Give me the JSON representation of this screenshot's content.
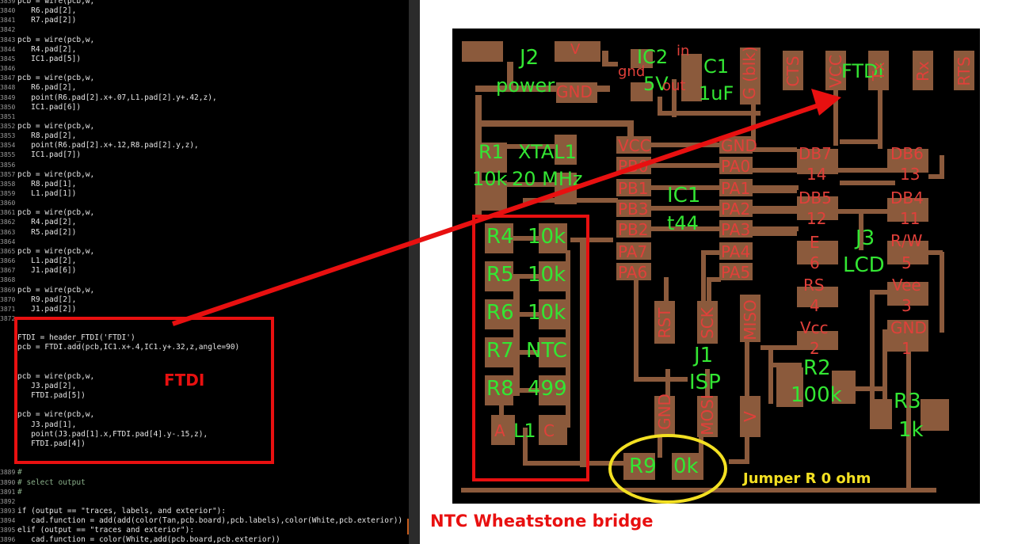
{
  "editor": {
    "lines": [
      {
        "n": "3839",
        "text": "pcb = wire(pcb,w,"
      },
      {
        "n": "3840",
        "text": "   R6.pad[2],"
      },
      {
        "n": "3841",
        "text": "   R7.pad[2])"
      },
      {
        "n": "3842",
        "text": ""
      },
      {
        "n": "3843",
        "text": "pcb = wire(pcb,w,"
      },
      {
        "n": "3844",
        "text": "   R4.pad[2],"
      },
      {
        "n": "3845",
        "text": "   IC1.pad[5])"
      },
      {
        "n": "3846",
        "text": ""
      },
      {
        "n": "3847",
        "text": "pcb = wire(pcb,w,"
      },
      {
        "n": "3848",
        "text": "   R6.pad[2],"
      },
      {
        "n": "3849",
        "text": "   point(R6.pad[2].x+.07,L1.pad[2].y+.42,z),"
      },
      {
        "n": "3850",
        "text": "   IC1.pad[6])"
      },
      {
        "n": "3851",
        "text": ""
      },
      {
        "n": "3852",
        "text": "pcb = wire(pcb,w,"
      },
      {
        "n": "3853",
        "text": "   R8.pad[2],"
      },
      {
        "n": "3854",
        "text": "   point(R6.pad[2].x+.12,R8.pad[2].y,z),"
      },
      {
        "n": "3855",
        "text": "   IC1.pad[7])"
      },
      {
        "n": "3856",
        "text": ""
      },
      {
        "n": "3857",
        "text": "pcb = wire(pcb,w,"
      },
      {
        "n": "3858",
        "text": "   R8.pad[1],"
      },
      {
        "n": "3859",
        "text": "   L1.pad[1])"
      },
      {
        "n": "3860",
        "text": ""
      },
      {
        "n": "3861",
        "text": "pcb = wire(pcb,w,"
      },
      {
        "n": "3862",
        "text": "   R4.pad[2],"
      },
      {
        "n": "3863",
        "text": "   R5.pad[2])"
      },
      {
        "n": "3864",
        "text": ""
      },
      {
        "n": "3865",
        "text": "pcb = wire(pcb,w,"
      },
      {
        "n": "3866",
        "text": "   L1.pad[2],"
      },
      {
        "n": "3867",
        "text": "   J1.pad[6])"
      },
      {
        "n": "3868",
        "text": ""
      },
      {
        "n": "3869",
        "text": "pcb = wire(pcb,w,"
      },
      {
        "n": "3870",
        "text": "   R9.pad[2],"
      },
      {
        "n": "3871",
        "text": "   J1.pad[2])"
      },
      {
        "n": "3872",
        "text": ""
      },
      {
        "n": "",
        "text": ""
      },
      {
        "n": "",
        "text": "FTDI = header_FTDI('FTDI')"
      },
      {
        "n": "",
        "text": "pcb = FTDI.add(pcb,IC1.x+.4,IC1.y+.32,z,angle=90)"
      },
      {
        "n": "",
        "text": ""
      },
      {
        "n": "",
        "text": ""
      },
      {
        "n": "",
        "text": "pcb = wire(pcb,w,"
      },
      {
        "n": "",
        "text": "   J3.pad[2],"
      },
      {
        "n": "",
        "text": "   FTDI.pad[5])"
      },
      {
        "n": "",
        "text": ""
      },
      {
        "n": "",
        "text": "pcb = wire(pcb,w,"
      },
      {
        "n": "",
        "text": "   J3.pad[1],"
      },
      {
        "n": "",
        "text": "   point(J3.pad[1].x,FTDI.pad[4].y-.15,z),"
      },
      {
        "n": "",
        "text": "   FTDI.pad[4])"
      },
      {
        "n": "",
        "text": ""
      },
      {
        "n": "",
        "text": ""
      },
      {
        "n": "3889",
        "text": "#",
        "comment": true
      },
      {
        "n": "3890",
        "text": "# select output",
        "comment": true
      },
      {
        "n": "3891",
        "text": "#",
        "comment": true
      },
      {
        "n": "3892",
        "text": ""
      },
      {
        "n": "3893",
        "text": "if (output == \"traces, labels, and exterior\"):"
      },
      {
        "n": "3894",
        "text": "   cad.function = add(add(color(Tan,pcb.board),pcb.labels),color(White,pcb.exterior))"
      },
      {
        "n": "3895",
        "text": "elif (output == \"traces and exterior\"):"
      },
      {
        "n": "3896",
        "text": "   cad.function = color(White,add(pcb.board,pcb.exterior))"
      }
    ]
  },
  "annotations": {
    "ftdi_note": "FTDI",
    "ntc_caption": "NTC Wheatstone bridge",
    "jumper_label": "Jumper R 0 ohm"
  },
  "board": {
    "green_labels": [
      {
        "id": "j2",
        "text": "J2"
      },
      {
        "id": "power",
        "text": "power"
      },
      {
        "id": "ic2",
        "text": "IC2"
      },
      {
        "id": "ic2v",
        "text": "5V"
      },
      {
        "id": "c1",
        "text": "C1"
      },
      {
        "id": "c1v",
        "text": "1uF"
      },
      {
        "id": "ftdi",
        "text": "FTDI"
      },
      {
        "id": "r1",
        "text": "R1"
      },
      {
        "id": "xtal1",
        "text": "XTAL1"
      },
      {
        "id": "r1v",
        "text": "10k"
      },
      {
        "id": "xtalv",
        "text": "20 MHz"
      },
      {
        "id": "ic1",
        "text": "IC1"
      },
      {
        "id": "t44",
        "text": "t44"
      },
      {
        "id": "j3",
        "text": "J3"
      },
      {
        "id": "lcd",
        "text": "LCD"
      },
      {
        "id": "r4",
        "text": "R4"
      },
      {
        "id": "r4v",
        "text": "10k"
      },
      {
        "id": "r5",
        "text": "R5"
      },
      {
        "id": "r5v",
        "text": "10k"
      },
      {
        "id": "r6",
        "text": "R6"
      },
      {
        "id": "r6v",
        "text": "10k"
      },
      {
        "id": "r7",
        "text": "R7"
      },
      {
        "id": "r7v",
        "text": "NTC"
      },
      {
        "id": "r8",
        "text": "R8"
      },
      {
        "id": "r8v",
        "text": "499"
      },
      {
        "id": "l1",
        "text": "L1"
      },
      {
        "id": "j1",
        "text": "J1"
      },
      {
        "id": "isp",
        "text": "ISP"
      },
      {
        "id": "r2",
        "text": "R2"
      },
      {
        "id": "r2v",
        "text": "100k"
      },
      {
        "id": "r3",
        "text": "R3"
      },
      {
        "id": "r3v",
        "text": "1k"
      },
      {
        "id": "r9",
        "text": "R9"
      },
      {
        "id": "r9v",
        "text": "0k"
      }
    ],
    "red_labels": [
      {
        "id": "v_top",
        "text": "V"
      },
      {
        "id": "gnd_j2",
        "text": "GND"
      },
      {
        "id": "in",
        "text": "in"
      },
      {
        "id": "gnd2",
        "text": "gnd"
      },
      {
        "id": "out",
        "text": "out"
      },
      {
        "id": "vcc",
        "text": "VCC"
      },
      {
        "id": "pb0",
        "text": "PB0"
      },
      {
        "id": "pb1",
        "text": "PB1"
      },
      {
        "id": "pb3",
        "text": "PB3"
      },
      {
        "id": "pb2",
        "text": "PB2"
      },
      {
        "id": "pa7",
        "text": "PA7"
      },
      {
        "id": "pa6",
        "text": "PA6"
      },
      {
        "id": "gnd_ic",
        "text": "GND"
      },
      {
        "id": "pa0",
        "text": "PA0"
      },
      {
        "id": "pa1",
        "text": "PA1"
      },
      {
        "id": "pa2",
        "text": "PA2"
      },
      {
        "id": "pa3",
        "text": "PA3"
      },
      {
        "id": "pa4",
        "text": "PA4"
      },
      {
        "id": "pa5",
        "text": "PA5"
      },
      {
        "id": "db7",
        "text": "DB7"
      },
      {
        "id": "n14",
        "text": "14"
      },
      {
        "id": "db5",
        "text": "DB5"
      },
      {
        "id": "n12",
        "text": "12"
      },
      {
        "id": "e",
        "text": "E"
      },
      {
        "id": "n6",
        "text": "6"
      },
      {
        "id": "rs",
        "text": "RS"
      },
      {
        "id": "n4",
        "text": "4"
      },
      {
        "id": "vcc_lcd",
        "text": "Vcc"
      },
      {
        "id": "n2",
        "text": "2"
      },
      {
        "id": "db6",
        "text": "DB6"
      },
      {
        "id": "n13",
        "text": "13"
      },
      {
        "id": "db4",
        "text": "DB4"
      },
      {
        "id": "n11",
        "text": "11"
      },
      {
        "id": "rw",
        "text": "R/W"
      },
      {
        "id": "n5",
        "text": "5"
      },
      {
        "id": "vee",
        "text": "Vee"
      },
      {
        "id": "n3",
        "text": "3"
      },
      {
        "id": "gnd_lcd",
        "text": "GND"
      },
      {
        "id": "n1",
        "text": "1"
      },
      {
        "id": "l1a",
        "text": "A"
      },
      {
        "id": "l1c",
        "text": "C"
      }
    ],
    "vertical_labels": [
      {
        "id": "g_blk",
        "text": "G (blk)"
      },
      {
        "id": "cts",
        "text": "CTS"
      },
      {
        "id": "vcc_ftdi",
        "text": "VCC"
      },
      {
        "id": "tx",
        "text": "Tx"
      },
      {
        "id": "rx",
        "text": "Rx"
      },
      {
        "id": "rts",
        "text": "RTS"
      },
      {
        "id": "rst",
        "text": "RST"
      },
      {
        "id": "sck",
        "text": "SCK"
      },
      {
        "id": "miso",
        "text": "MISO"
      },
      {
        "id": "gnd_isp",
        "text": "GND"
      },
      {
        "id": "mosi",
        "text": "MOSI"
      },
      {
        "id": "v_isp",
        "text": "V"
      }
    ]
  },
  "colors": {
    "pad": "#8b5a3c",
    "label_green": "#33e633",
    "label_red": "#e0403a",
    "annotation_red": "#e81010",
    "highlight_yellow": "#f3e022"
  }
}
